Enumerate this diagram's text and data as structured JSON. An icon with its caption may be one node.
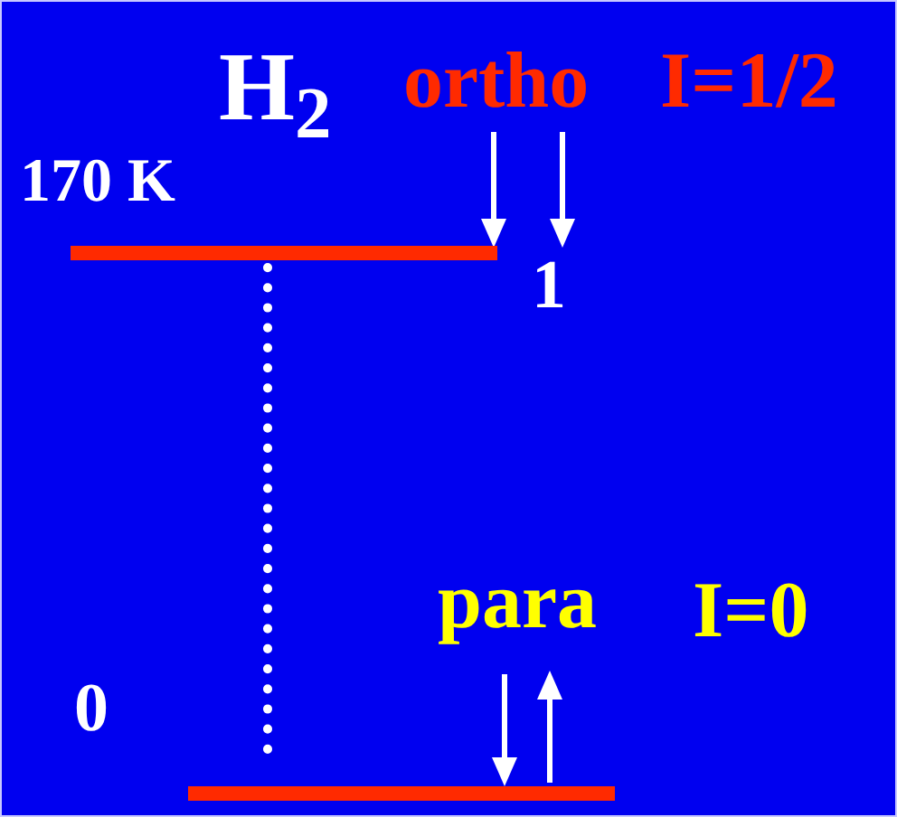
{
  "diagram": {
    "title": "H$_{2}$",
    "nodes": [
      {
        "text": [],
        "shape": "bar"
      },
      {
        "text": [],
        "shape": "bar"
      }
    ],
    "edges": [
      {
        "from": 0,
        "to": 1,
        "arrow": "none",
        "style": "dashed"
      }
    ],
    "labels": [
      "ortho",
      "I=1/2",
      "170 K",
      "1",
      "para",
      "I=0",
      "0"
    ]
  }
}
